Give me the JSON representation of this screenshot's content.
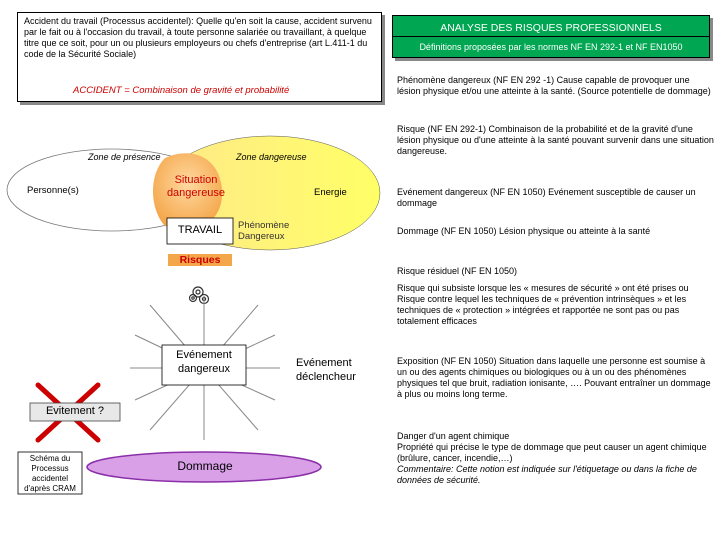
{
  "definition_box": {
    "text": "Accident du travail (Processus accidentel): Quelle qu'en soit la cause, accident survenu par le fait ou à l'occasion du travail, à toute personne salariée ou travaillant, à quelque titre que ce soit, pour un ou plusieurs employeurs ou chefs d'entreprise (art L.411-1 du code de la Sécurité Sociale)",
    "formula": "ACCIDENT = Combinaison de gravité et probabilité"
  },
  "header": {
    "title": "ANALYSE DES RISQUES PROFESSIONNELS",
    "subtitle": "Définitions proposées par les normes NF EN 292-1 et NF EN1050"
  },
  "diagram": {
    "zone_presence": "Zone de présence",
    "zone_dangereuse": "Zone dangereuse",
    "personne": "Personne(s)",
    "situation": "Situation dangereuse",
    "energie": "Energie",
    "travail": "TRAVAIL",
    "phenomene": "Phénomène Dangereux",
    "risques": "Risques",
    "evenement_dangereux": "Evénement dangereux",
    "evenement_declencheur": "Evénement déclencheur",
    "evitement": "Evitement ?",
    "schema": "Schéma du Processus accidentel d'après CRAM",
    "dommage": "Dommage"
  },
  "definitions": [
    {
      "text": "Phénomène dangereux (NF EN 292 -1) Cause capable de provoquer une lésion physique et/ou une atteinte à la santé. (Source potentielle de dommage)"
    },
    {
      "text": "Risque (NF EN 292-1) Combinaison de la probabilité et de la gravité d'une lésion physique ou d'une atteinte à la santé pouvant survenir dans une situation dangereuse."
    },
    {
      "text": "Evénement dangereux (NF EN 1050) Evénement susceptible de causer un dommage"
    },
    {
      "text": "Dommage (NF EN 1050) Lésion physique ou atteinte à la santé"
    },
    {
      "text": "Risque résiduel (NF EN 1050)"
    },
    {
      "text": "Risque qui subsiste lorsque les « mesures de sécurité » ont été prises ou Risque contre lequel les techniques de « prévention intrinsèques » et les techniques de « protection » intégrées et rapportée ne sont pas ou pas totalement efficaces"
    },
    {
      "text": "Exposition (NF EN 1050) Situation dans laquelle une personne est soumise à un ou des agents chimiques ou biologiques ou à un ou des phénomènes physiques tel que bruit, radiation ionisante, …. Pouvant entraîner un dommage à plus ou moins long terme."
    },
    {
      "heading": "Danger d'un agent chimique",
      "text": "Propriété qui précise le type de dommage que peut causer un agent chimique (brûlure, cancer, incendie,…)",
      "comment": "Commentaire: Cette notion est indiquée sur l'étiquetage ou dans la fiche de données de sécurité."
    }
  ]
}
